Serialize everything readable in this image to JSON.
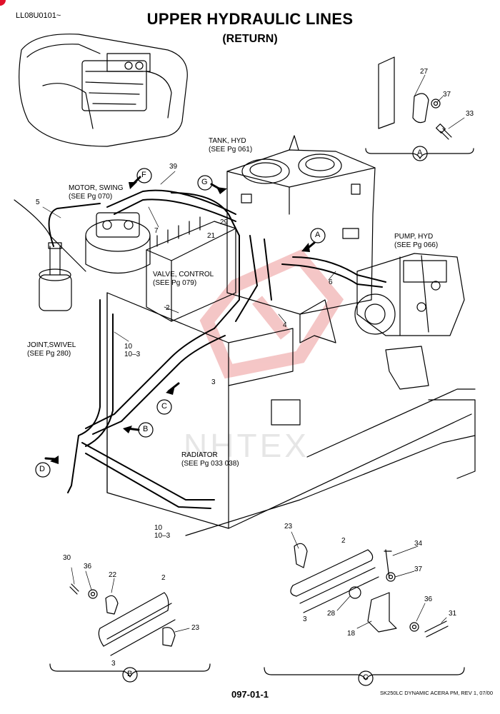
{
  "header": {
    "doc_id": "LL08U0101~",
    "title": "UPPER HYDRAULIC LINES",
    "subtitle": "(RETURN)"
  },
  "components": {
    "tank": [
      "TANK, HYD",
      "(SEE Pg  061)"
    ],
    "motor": [
      "MOTOR, SWING",
      "(SEE Pg  070)"
    ],
    "pump": [
      "PUMP, HYD",
      "(SEE Pg  066)"
    ],
    "valve": [
      "VALVE, CONTROL",
      "(SEE Pg  079)"
    ],
    "joint": [
      "JOINT,SWIVEL",
      "(SEE Pg  280)"
    ],
    "radiator": [
      "RADIATOR",
      "(SEE Pg  033 038)"
    ]
  },
  "callouts": [
    "A",
    "B",
    "C",
    "D",
    "F",
    "G"
  ],
  "part_numbers": {
    "main": [
      "39",
      "5",
      "7",
      "29",
      "21",
      "6",
      "2",
      "4",
      "10",
      "10–3",
      "3",
      "10",
      "10–3"
    ],
    "detail_a": [
      "27",
      "37",
      "33"
    ],
    "detail_b": [
      "30",
      "36",
      "22",
      "2",
      "23",
      "3"
    ],
    "detail_c": [
      "23",
      "2",
      "34",
      "37",
      "28",
      "3",
      "36",
      "18",
      "31"
    ]
  },
  "watermark": "NHTEX",
  "footer": {
    "page_number": "097-01-1",
    "revision": "SK250LC DYNAMIC ACERA PM, REV 1, 07/00"
  },
  "colors": {
    "line": "#000000",
    "watermark": "#f2b8b8",
    "corner": "#e0102a"
  }
}
